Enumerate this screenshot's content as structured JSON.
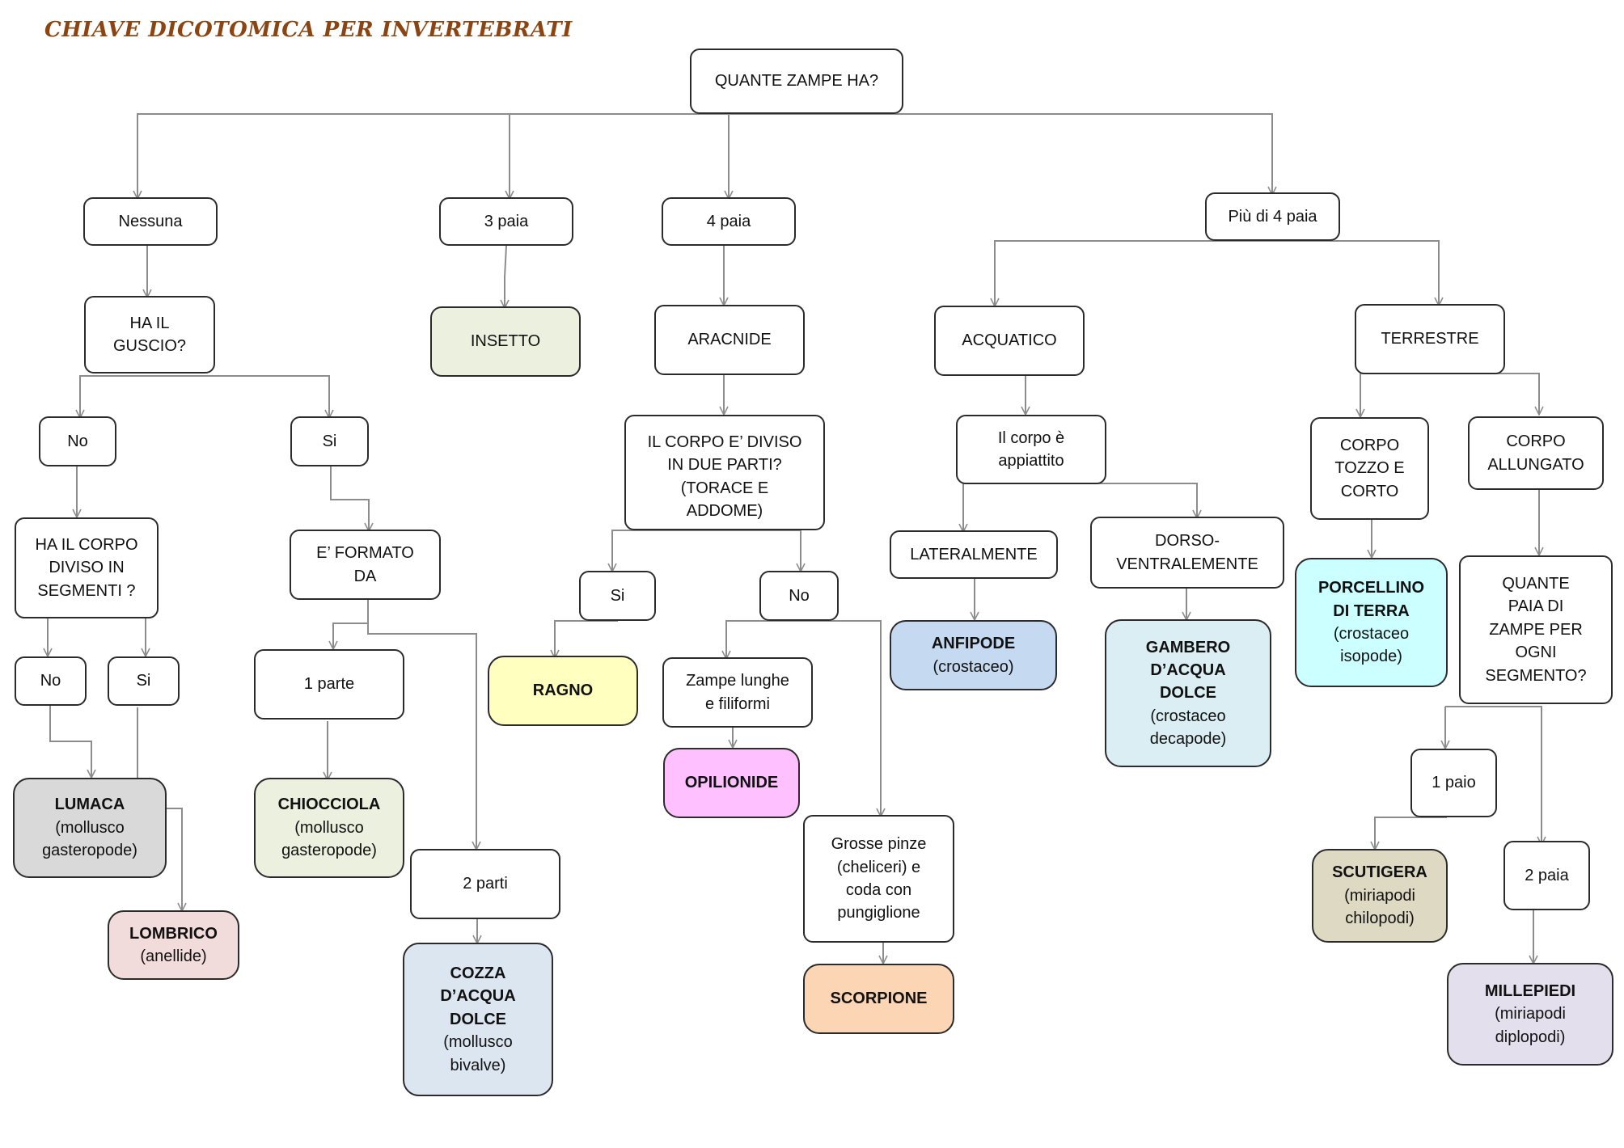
{
  "title": "CHIAVE DICOTOMICA PER INVERTEBRATI",
  "colors": {
    "line": "#8c8c8c",
    "border": "#2b2b2b",
    "title": "#8b4513"
  },
  "nodes": {
    "root": "QUANTE ZAMPE HA?",
    "nessuna": "Nessuna",
    "tre_paia": "3 paia",
    "quattro_paia": "4 paia",
    "piu_di_4": "Più di 4 paia",
    "guscio_q": "HA IL\nGUSCIO?",
    "insetto": "INSETTO",
    "aracnide": "ARACNIDE",
    "acquatico": "ACQUATICO",
    "terrestre": "TERRESTRE",
    "no_guscio": "No",
    "si_guscio": "Si",
    "corpo_diviso_q": "IL CORPO E’ DIVISO\nIN DUE PARTI?\n(TORACE E\nADDOME)",
    "appiattito": "Il corpo è\nappiattito",
    "tozzo": "CORPO\nTOZZO E\nCORTO",
    "allungato": "CORPO\nALLUNGATO",
    "segmenti_q": "HA IL CORPO\nDIVISO IN\nSEGMENTI ?",
    "formato_da": "E’ FORMATO\nDA",
    "lateralmente": "LATERALMENTE",
    "dorso": "DORSO-\nVENTRALEMENTE",
    "si_corpo": "Si",
    "no_corpo": "No",
    "no_seg": "No",
    "si_seg": "Si",
    "una_parte": "1 parte",
    "zampe_lunghe": "Zampe lunghe\ne filiformi",
    "paia_q": "QUANTE\nPAIA DI\nZAMPE PER\nOGNI\nSEGMENTO?",
    "grosse_pinze": "Grosse pinze\n(cheliceri) e\ncoda con\npungiglione",
    "due_parti": "2 parti",
    "un_paio": "1 paio",
    "due_paia": "2 paia"
  },
  "results": {
    "ragno": {
      "name": "RAGNO",
      "sub": ""
    },
    "opilionide": {
      "name": "OPILIONIDE",
      "sub": ""
    },
    "scorpione": {
      "name": "SCORPIONE",
      "sub": ""
    },
    "anfipode": {
      "name": "ANFIPODE",
      "sub": "(crostaceo)"
    },
    "gambero": {
      "name": "GAMBERO\nD’ACQUA\nDOLCE",
      "sub": "(crostaceo\ndecapode)"
    },
    "porcellino": {
      "name": "PORCELLINO\nDI TERRA",
      "sub": "(crostaceo\nisopode)"
    },
    "lumaca": {
      "name": "LUMACA",
      "sub": "(mollusco\ngasteropode)"
    },
    "chiocciola": {
      "name": "CHIOCCIOLA",
      "sub": "(mollusco\ngasteropode)"
    },
    "lombrico": {
      "name": "LOMBRICO",
      "sub": "(anellide)"
    },
    "cozza": {
      "name": "COZZA\nD’ACQUA\nDOLCE",
      "sub": "(mollusco\nbivalve)"
    },
    "scutigera": {
      "name": "SCUTIGERA",
      "sub": "(miriapodi\nchilopodi)"
    },
    "millepiedi": {
      "name": "MILLEPIEDI",
      "sub": "(miriapodi\ndiplopodi)"
    }
  },
  "result_colors": {
    "lumaca": "#d9d9d9",
    "chiocciola": "#ebf1de",
    "lombrico": "#f2dcdb",
    "cozza": "#dce6f1",
    "insetto": "#ebf1de",
    "ragno": "#ffffc0",
    "opilionide": "#ffc0ff",
    "scorpione": "#fcd5b4",
    "anfipode": "#c5d9f1",
    "gambero": "#daeef3",
    "porcellino": "#ccffff",
    "scutigera": "#ddd9c3",
    "millepiedi": "#e4dfec"
  }
}
